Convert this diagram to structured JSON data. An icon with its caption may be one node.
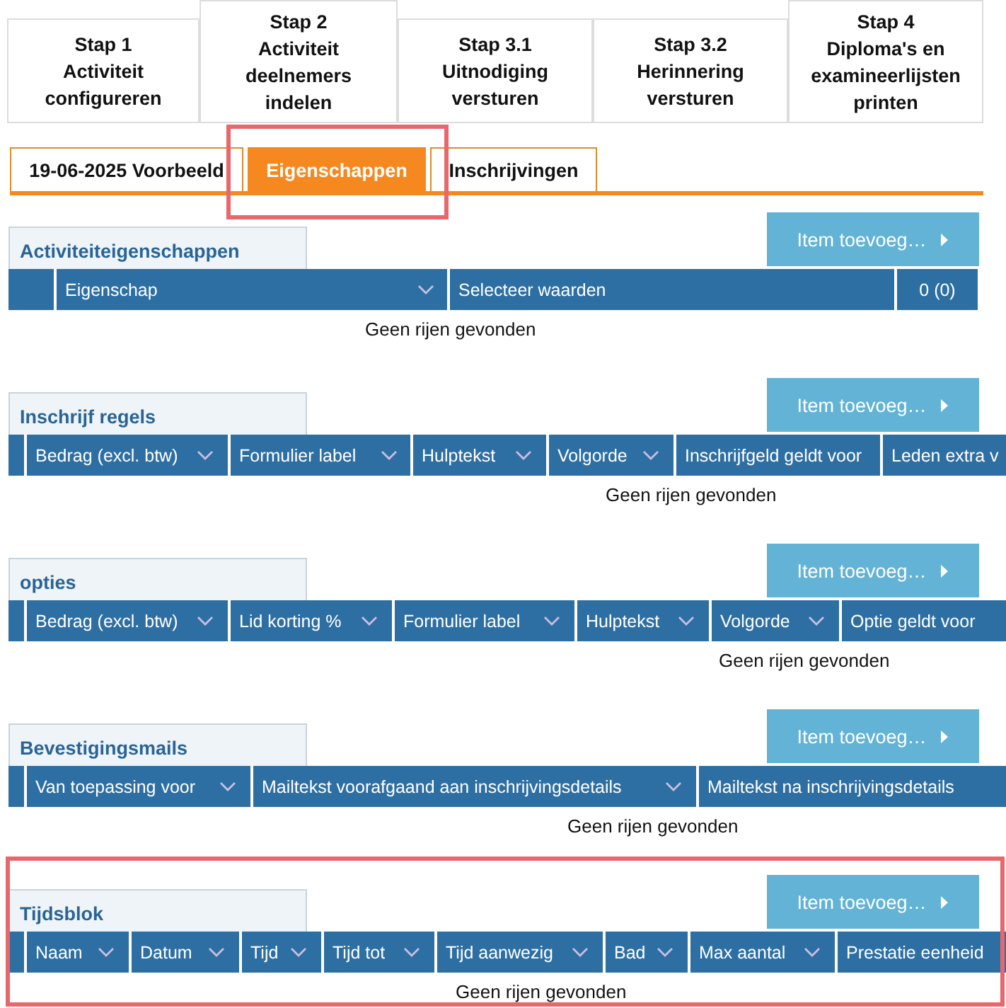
{
  "diagram": {
    "labels": [
      "Stap 1",
      "Activiteit configureren",
      "Stap 2",
      "Activiteit deelnemers indelen",
      "Stap 3.1",
      "Uitnodiging versturen",
      "Stap 3.2",
      "Herinnering versturen",
      "Stap 4",
      "Diploma's en examineerlijsten printen",
      "19-06-2025 Voorbeeld",
      "Eigenschappen",
      "Inschrijvingen",
      "Activiteiteigenschappen",
      "Item toevoeg…",
      "Eigenschap",
      "Selecteer waarden",
      "0 (0)",
      "Geen rijen gevonden",
      "Inschrijf regels",
      "Item toevoeg…",
      "Bedrag (excl. btw)",
      "Formulier label",
      "Hulptekst",
      "Volgorde",
      "Inschrijfgeld geldt voor",
      "Leden extra v",
      "Geen rijen gevonden",
      "opties",
      "Item toevoeg…",
      "Bedrag (excl. btw)",
      "Lid korting %",
      "Formulier label",
      "Hulptekst",
      "Volgorde",
      "Optie geldt voor",
      "Geen rijen gevonden",
      "Bevestigingsmails",
      "Item toevoeg…",
      "Van toepassing voor",
      "Mailtekst voorafgaand aan inschrijvingsdetails",
      "Mailtekst na inschrijvingsdetails",
      "Geen rijen gevonden",
      "Tijdsblok",
      "Item toevoeg…",
      "Naam",
      "Datum",
      "Tijd",
      "Tijd tot",
      "Tijd aanwezig",
      "Bad",
      "Max aantal",
      "Prestatie eenheid",
      "Geen rijen gevonden"
    ]
  }
}
